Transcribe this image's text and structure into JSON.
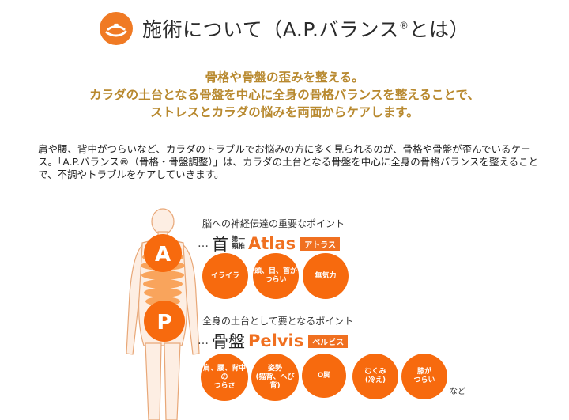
{
  "header": {
    "logo_icon": "hands-heart-icon",
    "title": "施術について（A.P.バランス",
    "title_reg": "®",
    "title_tail": "とは）"
  },
  "tagline": [
    "骨格や骨盤の歪みを整える。",
    "カラダの土台となる骨盤を中心に全身の骨格バランスを整えることで、",
    "ストレスとカラダの悩みを両面からケアします。"
  ],
  "body_text": "肩や腰、背中がつらいなど、カラダのトラブルでお悩みの方に多く見られるのが、骨格や骨盤が歪んでいるケース。「A.P.バランス®（骨格・骨盤調整）」は、カラダの土台となる骨盤を中心に全身の骨格バランスを整えることで、不調やトラブルをケアしていきます。",
  "figure": {
    "letters": {
      "a": "A",
      "p": "P"
    },
    "atlas": {
      "caption": "脳への神経伝達の重要なポイント",
      "dots": "…",
      "kanji": "首",
      "small_top": "第一",
      "small_bottom": "頸椎",
      "english": "Atlas",
      "kana": "アトラス",
      "items": [
        "イライラ",
        "頭、目、首が\nつらい",
        "無気力"
      ]
    },
    "pelvis": {
      "caption": "全身の土台として要となるポイント",
      "dots": "…",
      "kanji": "骨盤",
      "english": "Pelvis",
      "kana": "ペルビス",
      "items": [
        "肩、腰、背中\nの\nつらさ",
        "姿勢\n(猫背、へび背)",
        "O脚",
        "むくみ\n(冷え)",
        "膝が\nつらい"
      ]
    },
    "suffix": "など"
  },
  "colors": {
    "accent": "#f07020",
    "circle": "#f76a0e",
    "gold": "#b8892f"
  }
}
